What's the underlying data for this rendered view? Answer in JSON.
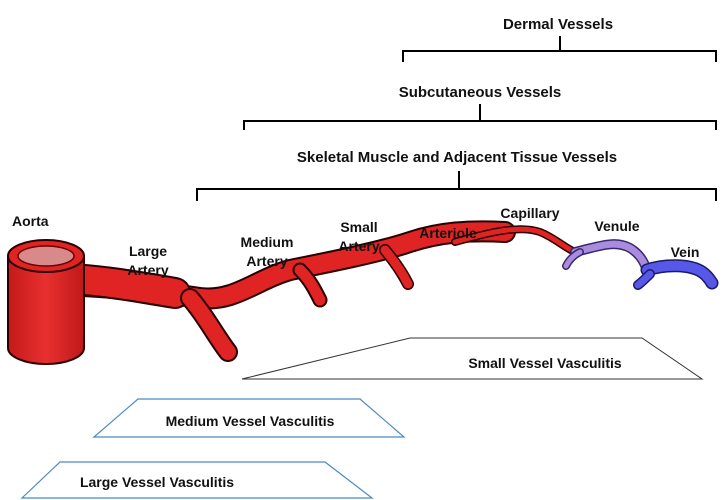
{
  "brackets": {
    "dermal": "Dermal Vessels",
    "subcutaneous": "Subcutaneous  Vessels",
    "skeletal": "Skeletal Muscle and Adjacent Tissue Vessels"
  },
  "vessels": {
    "aorta": "Aorta",
    "large_artery_line1": "Large",
    "large_artery_line2": "Artery",
    "medium_artery_line1": "Medium",
    "medium_artery_line2": "Artery",
    "small_artery_line1": "Small",
    "small_artery_line2": "Artery",
    "arteriole": "Arteriole",
    "capillary": "Capillary",
    "venule": "Venule",
    "vein": "Vein"
  },
  "vasculitis": {
    "small": "Small Vessel Vasculitis",
    "medium": "Medium Vessel Vasculitis",
    "large": "Large Vessel Vasculitis"
  },
  "colors": {
    "artery_red": "#e02424",
    "artery_outline": "#2a0000",
    "venule_purple": "#a98be0",
    "vein_blue": "#5757e8",
    "vasculitis_outline": "#4a8ac0"
  }
}
